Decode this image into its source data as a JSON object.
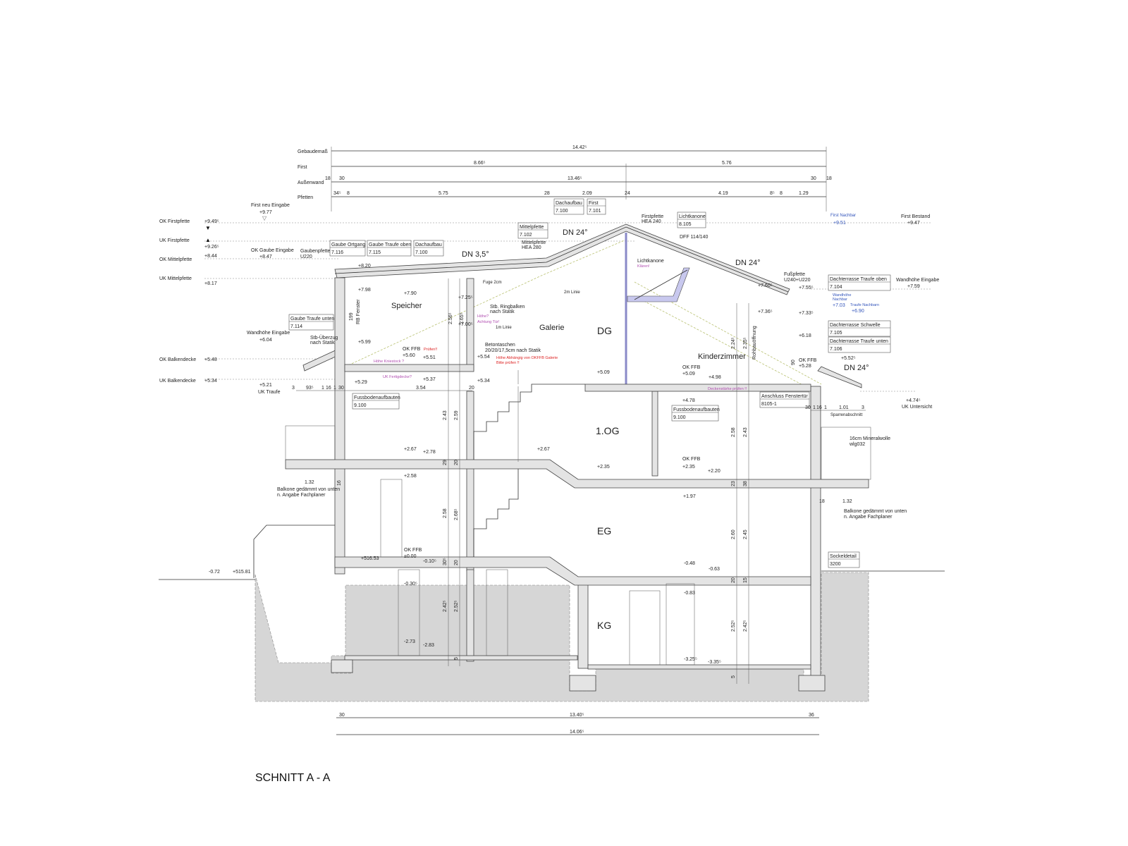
{
  "title": "SCHNITT A - A",
  "dimension_rows": {
    "gebaudemass": "Gebaudemaß",
    "first": "First",
    "aussenwand": "Außenwand",
    "pfetten": "Pfetten"
  },
  "top_dims": {
    "gebaudemass": "14.42⁵",
    "first_left": "8.66⁵",
    "first_right": "5.76",
    "aw_18a": "18",
    "aw_30a": "30",
    "aw_main": "13.46⁵",
    "aw_30b": "30",
    "aw_18b": "18",
    "pf_1": "34⁵",
    "pf_2": "8",
    "pf_3": "5.75",
    "pf_4": "28",
    "pf_5": "2.09",
    "pf_6": "24",
    "pf_7": "4.19",
    "pf_8": "8⁵",
    "pf_9": "8",
    "pf_10": "1.29"
  },
  "bottom_dims": {
    "d30": "30",
    "main": "13.40⁵",
    "d36": "36",
    "total": "14.06⁵"
  },
  "left_levels": {
    "ok_firstpfette": "OK Firstpfette",
    "ok_firstpfette_v": "+9.49⁵",
    "uk_firstpfette": "UK Firstpfette",
    "uk_firstpfette_v": "+9.26⁵",
    "ok_mittelpfette": "OK Mittelpfette",
    "ok_mittelpfette_v": "+8.44",
    "uk_mittelpfette": "UK Mittelpfette",
    "uk_mittelpfette_v": "+8.17",
    "ok_balkendecke": "OK  Balkendecke",
    "ok_balkendecke_v": "+5.48",
    "uk_balkendecke": "UK Balkendecke",
    "uk_balkendecke_v": "+5.34",
    "first_neu": "First neu Eingabe",
    "first_neu_v": "+9.77",
    "ok_gaube": "OK Gaube Eingabe",
    "ok_gaube_v": "+8.47",
    "wandhoehe": "Wandhöhe Eingabe",
    "wandhoehe_v": "+6.04",
    "uk_traufe_v": "+5.21",
    "uk_traufe": "UK Traufe"
  },
  "detail_boxes": [
    {
      "name": "Gaube Ortgang",
      "code": "7.116"
    },
    {
      "name": "Gaube Traufe oben",
      "code": "7.115"
    },
    {
      "name": "Dachaufbau",
      "code": "7.100"
    },
    {
      "name": "Dachaufbau",
      "code": "7.100"
    },
    {
      "name": "First",
      "code": "7.101"
    },
    {
      "name": "Mittelpfette",
      "code": "7.102"
    },
    {
      "name": "Lichtkanone",
      "code": "8.105"
    },
    {
      "name": "Dachterrasse Traufe oben",
      "code": "7.104"
    },
    {
      "name": "Dachterrasse Schwelle",
      "code": "7.105"
    },
    {
      "name": "Dachterrasse Traufe unten",
      "code": "7.106"
    },
    {
      "name": "Gaube Traufe unten",
      "code": "7.114"
    },
    {
      "name": "Fussbodenaufbauten",
      "code": "9.100"
    },
    {
      "name": "Fussbodenaufbauten",
      "code": "9.100"
    },
    {
      "name": "Anschluss Fenstertür",
      "code": "8105-1"
    },
    {
      "name": "Sockeldetail",
      "code": "3200"
    }
  ],
  "roof": {
    "dn_35": "DN 3,5°",
    "dn_24a": "DN 24°",
    "dn_24b": "DN 24°",
    "dn_24c": "DN 24°",
    "gaubenpfette": "Gaubenpfette",
    "gaubenpfette_2": "U220",
    "mittelpfette": "Mittelpfette",
    "mittelpfette_2": "HEA 280",
    "firstpfette": "Firstpfette",
    "firstpfette_2": "HEA 240",
    "dff": "DFF 114/140",
    "lichtkanone": "Lichtkanone",
    "klaeren": "Klären!",
    "fusspfette": "Fußpfette",
    "fusspfette_2": "U240+U220",
    "first_nachbar": "First Nachbar",
    "first_nachbar_v": "+9.51",
    "first_bestand": "First Bestand",
    "first_bestand_v": "+9.47",
    "wandhoehe_eingabe": "Wandhöhe Eingabe",
    "wandhoehe_eingabe_v": "+7.59",
    "wandhoehe_nachbar": "Wandhöhe",
    "wandhoehe_nachbar_2": "Nachbar",
    "wandhoehe_nachbar_v": "+7.03",
    "traufe_nachbarn": "Traufe Nachbarn",
    "traufe_nachbarn_v": "+6.90",
    "fuge": "Fuge 2cm",
    "linie_2m": "2m Linie",
    "linie_1m": "1m Linie"
  },
  "rooms": {
    "speicher": "Speicher",
    "galerie": "Galerie",
    "dg": "DG",
    "kinderzimmer": "Kinderzimmer",
    "og1": "1.OG",
    "eg": "EG",
    "kg": "KG"
  },
  "dg_notes": {
    "v820": "+8.20",
    "v798": "+7.98",
    "v790": "+7.90",
    "v725": "+7.25⁵",
    "v700": "+7.00⁵",
    "ringbalken": "Stb. Ringbalken",
    "ringbalken_2": "nach Statik",
    "hoehe": "Höhe?",
    "achtung": "Achtung Tür!",
    "fenster_h": "199",
    "rb_fenster": "RB Fenster",
    "d256": "2.56⁵",
    "d265": "2.65⁵",
    "ueberzug": "Stb-Überzug",
    "ueberzug_2": "nach Statik",
    "v599": "+5.99",
    "okffb": "OK FFB",
    "pruefen": "Prüfen!!",
    "v560": "+5.60",
    "v551": "+5.51",
    "kniestock": "Höhe Kniestock ?",
    "uk_fertig": "UK Fertigdecke?",
    "v537": "+5.37",
    "v529": "+5.29",
    "v554": "+5.54",
    "v534": "+5.34",
    "betontaschen": "Betontaschen",
    "betontaschen_2": "20/20/17,5cm nach Statik",
    "abhaengig": "Höhe Abhängig von OKFFB Galerie",
    "bitte": "Bitte prüfen !!",
    "v509": "+5.09"
  },
  "traufe_dims": {
    "d3": "3",
    "d93": "93⁵",
    "d1a": "1",
    "d16": "16",
    "d1b": "1",
    "d30": "30",
    "d354": "3.54",
    "d20": "20"
  },
  "right_notes": {
    "okffb": "OK FFB",
    "v509": "+5.09",
    "v498": "+4.98",
    "v478": "+4.78",
    "deckenstaerke": "Deckenstärke prüfen !!",
    "rohbau": "Rohbauöffnung",
    "d224": "2.24⁵",
    "d235": "2.35⁵",
    "v760": "+7.60⁵",
    "v736": "+7.36⁵",
    "v755": "+7.55⁵",
    "v733": "+7.33⁵",
    "v618": "+6.18",
    "okffb2": "OK FFB",
    "v528": "+5.28",
    "v552": "+5.52⁵",
    "v474": "+4.74⁵",
    "uk_untersicht": "UK Untersicht",
    "r30": "30",
    "r1": "1",
    "r16": "16",
    "r1b": "1",
    "r101": "1.01",
    "r3": "3",
    "sparren": "Sparrenabschnitt",
    "mineral": "16cm Mineralwolle",
    "wlg": "wlg032",
    "d90": "90"
  },
  "og_levels": {
    "v267a": "+2.67",
    "v278": "+2.78",
    "v267b": "+2.67",
    "v235": "+2.35",
    "okffb": "OK FFB",
    "v235b": "+2.35",
    "v220": "+2.20",
    "v197": "+1.97",
    "v258": "+2.58"
  },
  "vertical_dims": {
    "a243": "2.43",
    "a259": "2.59",
    "a29": "29",
    "a20": "20",
    "b258": "2.58",
    "b243": "2.43",
    "b23": "23",
    "b38": "38",
    "c258": "2.58",
    "c268": "2.68⁵",
    "d260": "2.60",
    "d245": "2.45",
    "e30": "30⁵",
    "e20": "20",
    "f20": "20",
    "f15": "15",
    "g242": "2.42⁵",
    "g252": "2.52⁵",
    "h252": "2.52⁵",
    "h242": "2.42⁵",
    "i5": "5",
    "j5": "5"
  },
  "balkone": {
    "l132": "1.32",
    "l16": "16",
    "note": "Balkone gedämmt von unten",
    "note2": "n. Angabe Fachplaner",
    "r18": "18",
    "r132": "1.32"
  },
  "eg_kg_levels": {
    "v51653": "+516.53",
    "okffb": "OK FFB",
    "v000": "±0.00",
    "v010": "-0.10⁵",
    "v030": "-0.30⁵",
    "v072": "-0.72",
    "v51581": "+515.81",
    "v048": "-0.48",
    "v063": "-0.63",
    "v083": "-0.83",
    "v273": "-2.73",
    "v283": "-2.83",
    "v325": "-3.25⁵",
    "v335": "-3.35⁵"
  }
}
